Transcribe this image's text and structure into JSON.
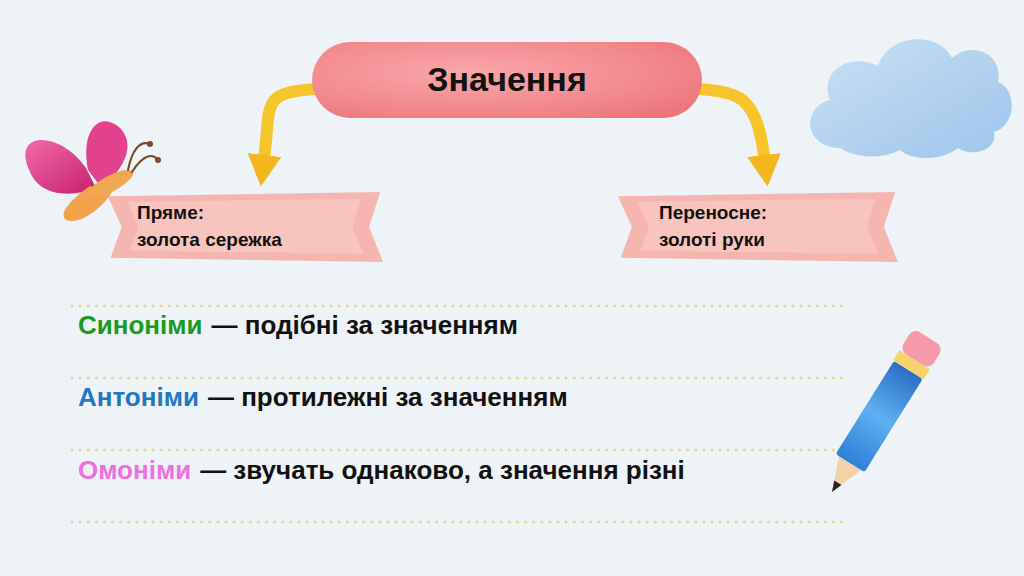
{
  "diagram": {
    "nodes": [
      {
        "text": [
          "Значення"
        ]
      },
      {
        "text": [
          "Пряме:",
          "золота сережка"
        ]
      },
      {
        "text": [
          "Переносне:",
          "золоті руки"
        ]
      }
    ],
    "edges": [
      {
        "from": 0,
        "to": 1,
        "arrow": "to"
      },
      {
        "from": 0,
        "to": 2,
        "arrow": "to"
      }
    ],
    "labels": [
      "Синоніми",
      "— подібні за значенням",
      "Антоніми",
      "— протилежні за значенням",
      "Омоніми",
      "— звучать однаково, а значення різні"
    ]
  }
}
